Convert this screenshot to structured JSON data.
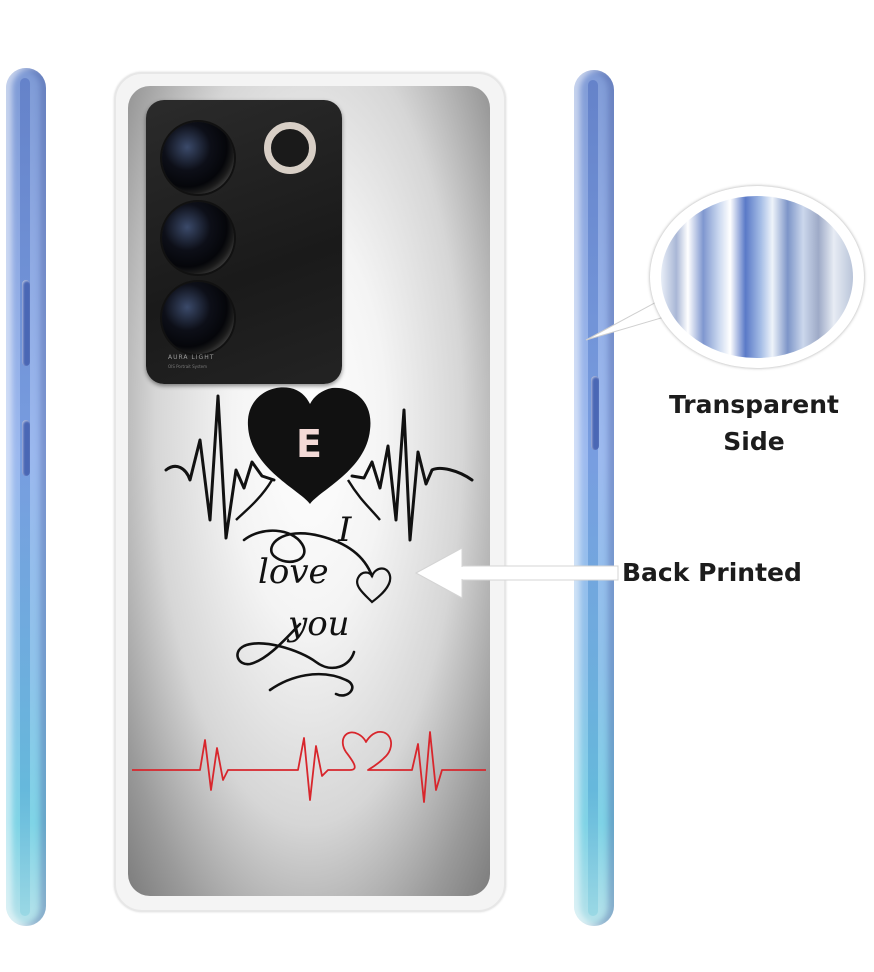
{
  "callouts": {
    "transparent_side_line1": "Transparent",
    "transparent_side_line2": "Side",
    "back_printed": "Back Printed"
  },
  "print": {
    "initial": "E",
    "script_line1": "I",
    "script_line2": "love",
    "script_line3": "you"
  },
  "camera": {
    "module_text": "AURA LIGHT",
    "module_subtext": "OIS Portrait System"
  },
  "colors": {
    "phone_edge": "#8ea9e2",
    "heartbeat_red": "#d8262c",
    "print_black": "#111111"
  }
}
